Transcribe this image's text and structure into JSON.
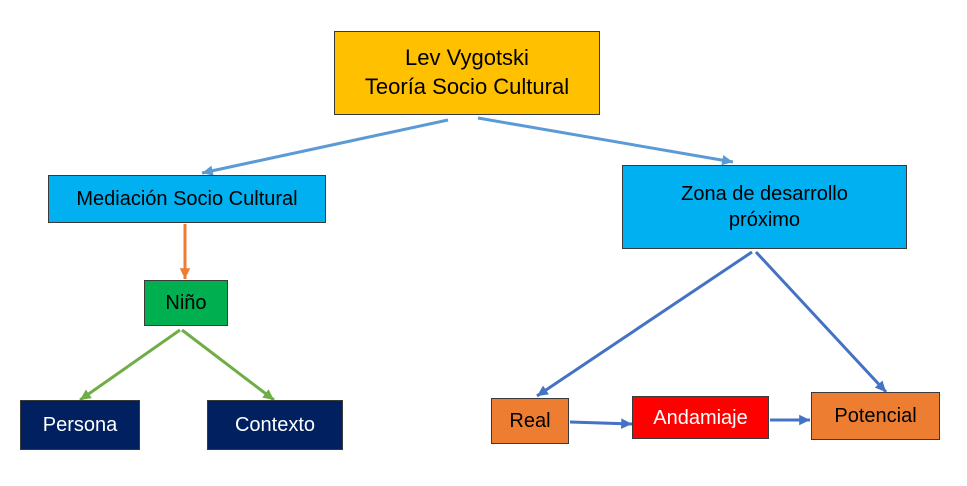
{
  "nodes": {
    "root": {
      "text": "Lev Vygotski\nTeoría Socio Cultural",
      "fill": "#FFC000"
    },
    "mediacion": {
      "text": "Mediación Socio Cultural",
      "fill": "#00B0F0"
    },
    "zona": {
      "text": "Zona de desarrollo\npróximo",
      "fill": "#00B0F0"
    },
    "nino": {
      "text": "Niño",
      "fill": "#00B050"
    },
    "persona": {
      "text": "Persona",
      "fill": "#002060"
    },
    "contexto": {
      "text": "Contexto",
      "fill": "#002060"
    },
    "real": {
      "text": "Real",
      "fill": "#ED7D31"
    },
    "andamiaje": {
      "text": "Andamiaje",
      "fill": "#FF0000"
    },
    "potencial": {
      "text": "Potencial",
      "fill": "#ED7D31"
    }
  },
  "edges": [
    {
      "from": "root",
      "to": "mediacion",
      "color": "#5B9BD5"
    },
    {
      "from": "root",
      "to": "zona",
      "color": "#5B9BD5"
    },
    {
      "from": "mediacion",
      "to": "nino",
      "color": "#ED7D31"
    },
    {
      "from": "nino",
      "to": "persona",
      "color": "#70AD47"
    },
    {
      "from": "nino",
      "to": "contexto",
      "color": "#70AD47"
    },
    {
      "from": "zona",
      "to": "real",
      "color": "#4472C4"
    },
    {
      "from": "zona",
      "to": "potencial",
      "color": "#4472C4"
    },
    {
      "from": "real",
      "to": "andamiaje",
      "color": "#4472C4"
    },
    {
      "from": "andamiaje",
      "to": "potencial",
      "color": "#4472C4"
    }
  ]
}
